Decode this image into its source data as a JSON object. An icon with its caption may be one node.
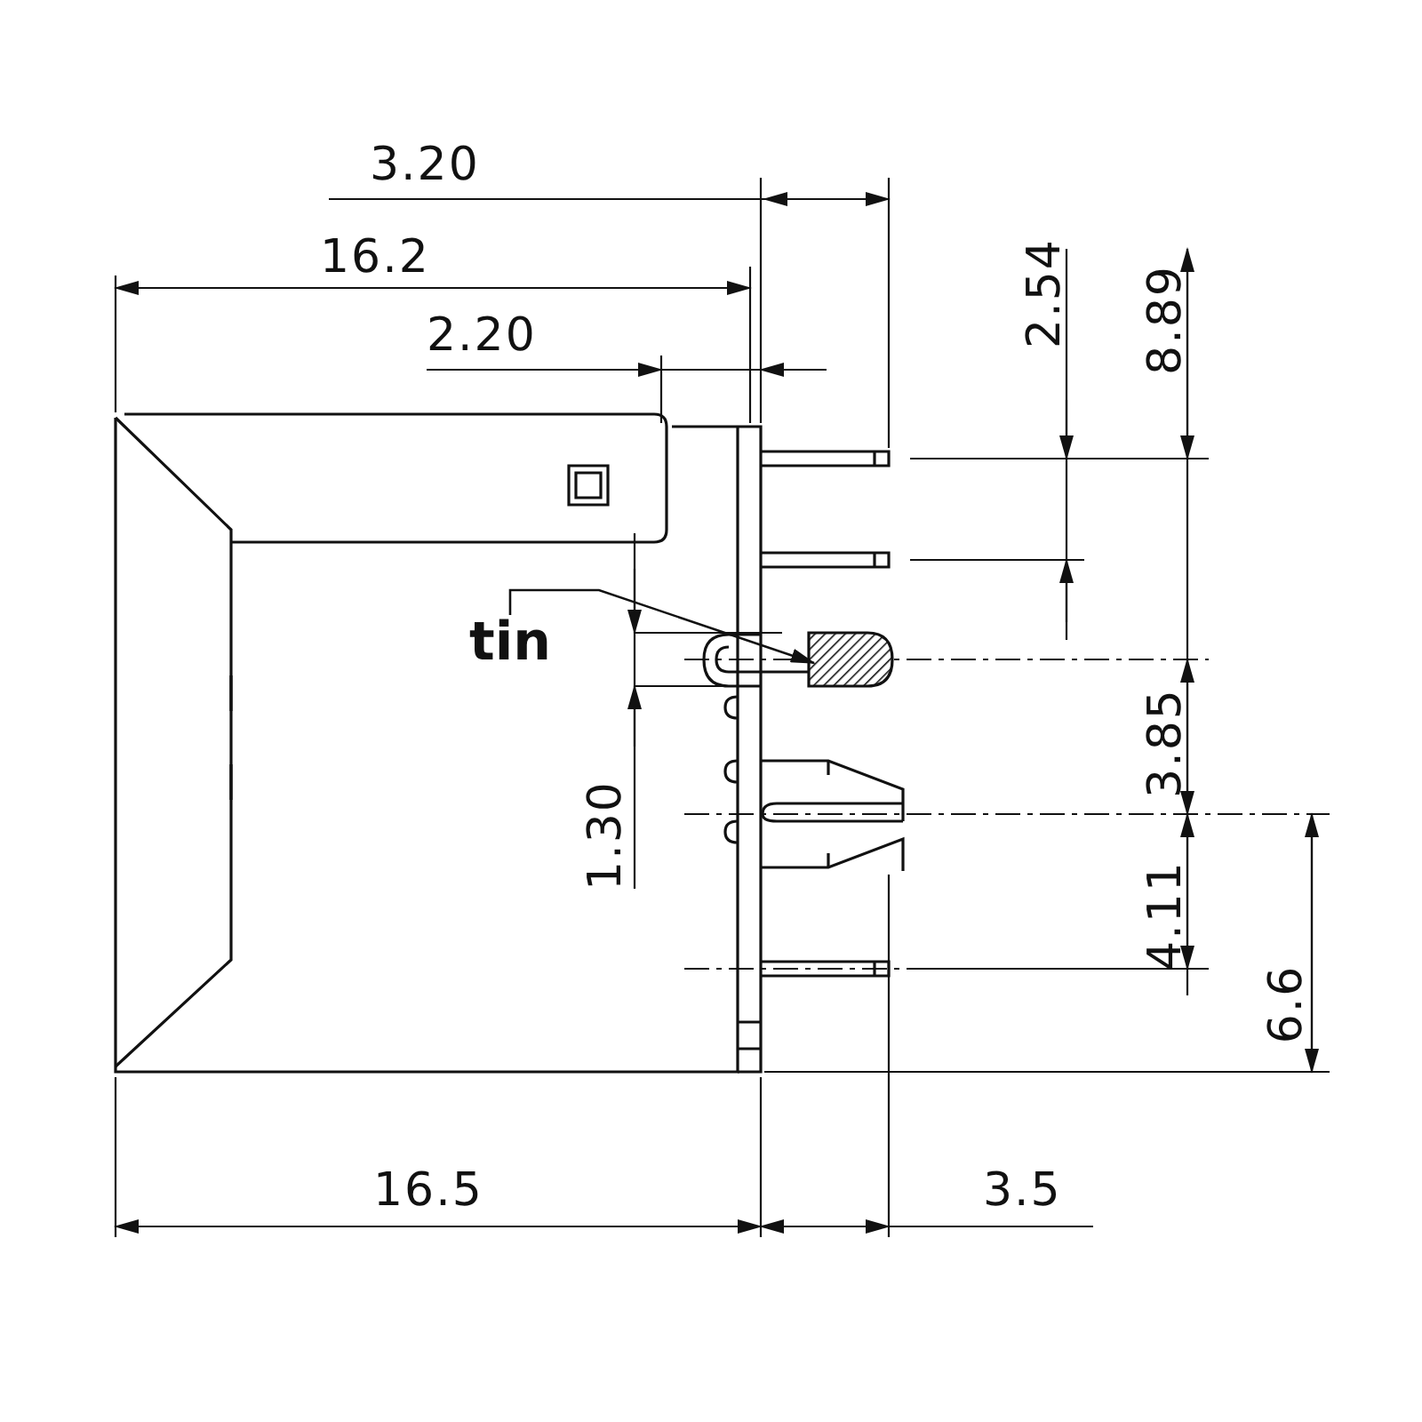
{
  "diagram": {
    "nodes": [
      {
        "text": [
          "tin"
        ]
      },
      {
        "text": [],
        "shape": "box"
      }
    ],
    "edges": [
      {
        "from": 0,
        "to": 1,
        "arrow": "to"
      }
    ],
    "labels": [
      "3.20",
      "16.2",
      "2.20",
      "2.54",
      "8.89",
      "1.30",
      "3.85",
      "4.11",
      "6.6",
      "16.5",
      "3.5"
    ]
  }
}
